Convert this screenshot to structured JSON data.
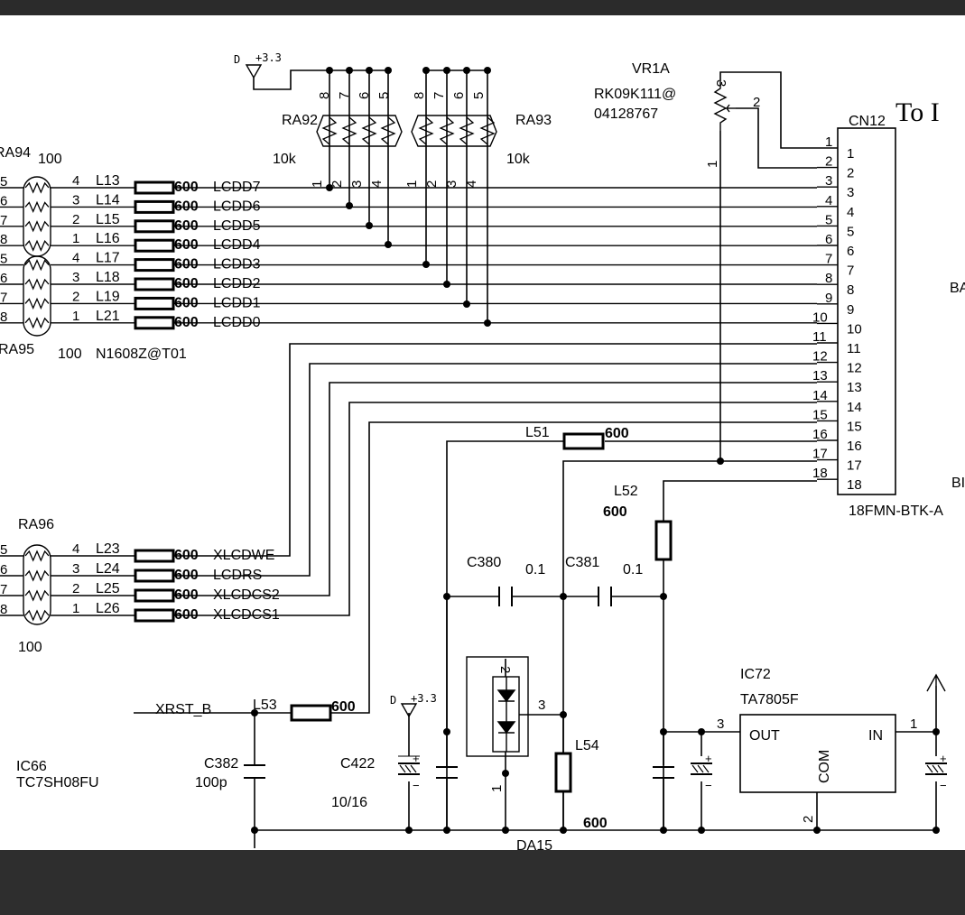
{
  "schematic": {
    "power": {
      "d33_top": "D",
      "d33_top_v": "+3.3",
      "d33_mid": "D",
      "d33_mid_v": "+3.3"
    },
    "ra94": {
      "name": "RA94",
      "value": "100"
    },
    "ra95": {
      "name": "RA95",
      "value": "100"
    },
    "ra96": {
      "name": "RA96",
      "value": "100"
    },
    "ra92": {
      "name": "RA92",
      "value": "10k"
    },
    "ra93": {
      "name": "RA93",
      "value": "10k"
    },
    "ferrite_part": "N1608Z@T01",
    "data_rows": [
      {
        "lpin": "5",
        "rpin": "4",
        "lname": "L13",
        "ferrite": "600",
        "net": "LCDD7",
        "cpin": "3"
      },
      {
        "lpin": "6",
        "rpin": "3",
        "lname": "L14",
        "ferrite": "600",
        "net": "LCDD6",
        "cpin": "4"
      },
      {
        "lpin": "7",
        "rpin": "2",
        "lname": "L15",
        "ferrite": "600",
        "net": "LCDD5",
        "cpin": "5"
      },
      {
        "lpin": "8",
        "rpin": "1",
        "lname": "L16",
        "ferrite": "600",
        "net": "LCDD4",
        "cpin": "6"
      },
      {
        "lpin": "5",
        "rpin": "4",
        "lname": "L17",
        "ferrite": "600",
        "net": "LCDD3",
        "cpin": "7"
      },
      {
        "lpin": "6",
        "rpin": "3",
        "lname": "L18",
        "ferrite": "600",
        "net": "LCDD2",
        "cpin": "8"
      },
      {
        "lpin": "7",
        "rpin": "2",
        "lname": "L19",
        "ferrite": "600",
        "net": "LCDD1",
        "cpin": "9"
      },
      {
        "lpin": "8",
        "rpin": "1",
        "lname": "L21",
        "ferrite": "600",
        "net": "LCDD0",
        "cpin": "10"
      }
    ],
    "ctrl_rows": [
      {
        "lpin": "5",
        "rpin": "4",
        "lname": "L23",
        "ferrite": "600",
        "net": "XLCDWE",
        "cpin": "11"
      },
      {
        "lpin": "6",
        "rpin": "3",
        "lname": "L24",
        "ferrite": "600",
        "net": "LCDRS",
        "cpin": "12"
      },
      {
        "lpin": "7",
        "rpin": "2",
        "lname": "L25",
        "ferrite": "600",
        "net": "XLCDCS2",
        "cpin": "13"
      },
      {
        "lpin": "8",
        "rpin": "1",
        "lname": "L26",
        "ferrite": "600",
        "net": "XLCDCS1",
        "cpin": "14"
      }
    ],
    "pack_pins_top": [
      "8",
      "7",
      "6",
      "5"
    ],
    "pack_pins_bot": [
      "1",
      "2",
      "3",
      "4"
    ],
    "vr1a": {
      "name": "VR1A",
      "part": "RK09K111@",
      "code": "04128767",
      "pin1": "1",
      "pin2": "2",
      "pin3": "3"
    },
    "cn12": {
      "name": "CN12",
      "part": "18FMN-BTK-A",
      "dest": "To I",
      "outer_pins": [
        "1",
        "2",
        "3",
        "4",
        "5",
        "6",
        "7",
        "8",
        "9",
        "10",
        "11",
        "12",
        "13",
        "14",
        "15",
        "16",
        "17",
        "18"
      ],
      "inner_pins": [
        "1",
        "2",
        "3",
        "4",
        "5",
        "6",
        "7",
        "8",
        "9",
        "10",
        "11",
        "12",
        "13",
        "14",
        "15",
        "16",
        "17",
        "18"
      ],
      "side_a": "BA",
      "side_b": "BI"
    },
    "l51": {
      "name": "L51",
      "value": "600"
    },
    "l52": {
      "name": "L52",
      "value": "600"
    },
    "l53": {
      "name": "L53",
      "value": "600"
    },
    "l54": {
      "name": "L54",
      "value": "600"
    },
    "c380": {
      "name": "C380",
      "value": "0.1"
    },
    "c381": {
      "name": "C381",
      "value": "0.1"
    },
    "c382": {
      "name": "C382",
      "value": "100p"
    },
    "c422": {
      "name": "C422",
      "value": "10/16"
    },
    "xrst": "XRST_B",
    "ic66": {
      "name": "IC66",
      "part": "TC7SH08FU"
    },
    "ic72": {
      "name": "IC72",
      "part": "TA7805F",
      "out": "OUT",
      "in": "IN",
      "com": "COM",
      "pin_out": "3",
      "pin_in": "1",
      "pin_com": "2"
    },
    "da15": {
      "name": "DA15",
      "pin1": "1",
      "pin2": "2",
      "pin3": "3"
    }
  }
}
